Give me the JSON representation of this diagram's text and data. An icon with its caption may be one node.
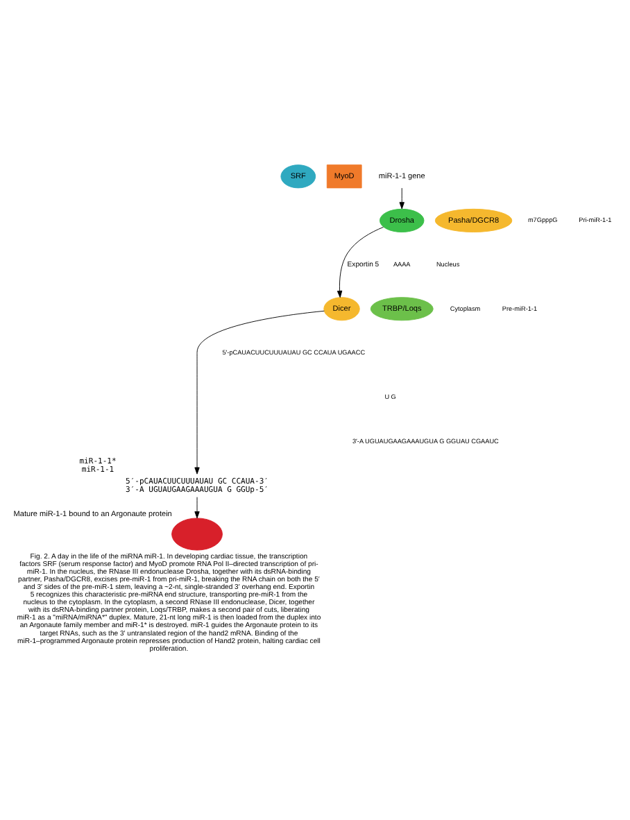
{
  "diagram": {
    "caption": "Fig. 2. A day in the life of the miRNA miR-1. In developing cardiac tissue, the transcription factors SRF (serum response factor) and MyoD promote RNA Pol II–directed transcription of pri-miR-1. In the nucleus, the RNase III endonuclease Drosha, together with its dsRNA-binding partner, Pasha/DGCR8, excises pre-miR-1 from pri-miR-1, breaking the RNA chain on both the 5′ and 3′ sides of the pre-miR-1 stem, leaving a ~2-nt, single-stranded 3′ overhang end. Exportin 5 recognizes this characteristic pre-miRNA end structure, transporting pre-miR-1 from the nucleus to the cytoplasm. In the cytoplasm, a second RNase III endonuclease, Dicer, together with its dsRNA-binding partner protein, Loqs/TRBP, makes a second pair of cuts, liberating miR-1 as a \"miRNA/miRNA*\" duplex. Mature, 21-nt long miR-1 is then loaded from the duplex into an Argonaute family member and miR-1* is destroyed. miR-1 guides the Argonaute protein to its target RNAs, such as the 3′ untranslated region of the hand2 mRNA. Binding of the miR-1–programmed Argonaute protein represses production of Hand2 protein, halting cardiac cell proliferation.",
    "nodes": [
      {
        "text": [
          "SRF"
        ]
      },
      {
        "text": [
          "MyoD"
        ]
      },
      {
        "text": [
          "miR-1-1 gene"
        ]
      },
      {
        "text": [
          "Drosha"
        ]
      },
      {
        "text": [
          "Pasha/DGCR8"
        ]
      },
      {
        "text": [
          "TRBP/Loqs"
        ]
      },
      {
        "text": [
          "Dicer"
        ]
      },
      {
        "text": [
          "5′-pCAUACUUCUUUAUAU GC CCAUA-3′",
          "3′-A UGUAUGAAGAAAUGUA G GGUp-5′"
        ],
        "beside": [
          "miR-1-1*",
          "miR-1-1"
        ]
      },
      {
        "text": [],
        "shape": "blob",
        "beside": [
          "Mature miR-1-1 bound to an Argonaute protein"
        ]
      }
    ],
    "edges": [
      {
        "from": 2,
        "to": 3,
        "arrow": "to"
      },
      {
        "from": 3,
        "to": 6,
        "arrow": "to",
        "label": "Exportin 5"
      },
      {
        "from": 6,
        "to": 7,
        "arrow": "to"
      },
      {
        "from": 7,
        "to": 8,
        "arrow": "to"
      }
    ],
    "labels": [
      "m7GpppG",
      "Pri-miR-1-1",
      "AAAA",
      "Nucleus",
      "Cytoplasm",
      "Pre-miR-1-1",
      "5′-pCAUACUUCUUUAUAU GC CCAUA UGAACC",
      "U G",
      "3′-A UGUAUGAAGAAAUGUA G GGUAU CGAAUC"
    ]
  }
}
